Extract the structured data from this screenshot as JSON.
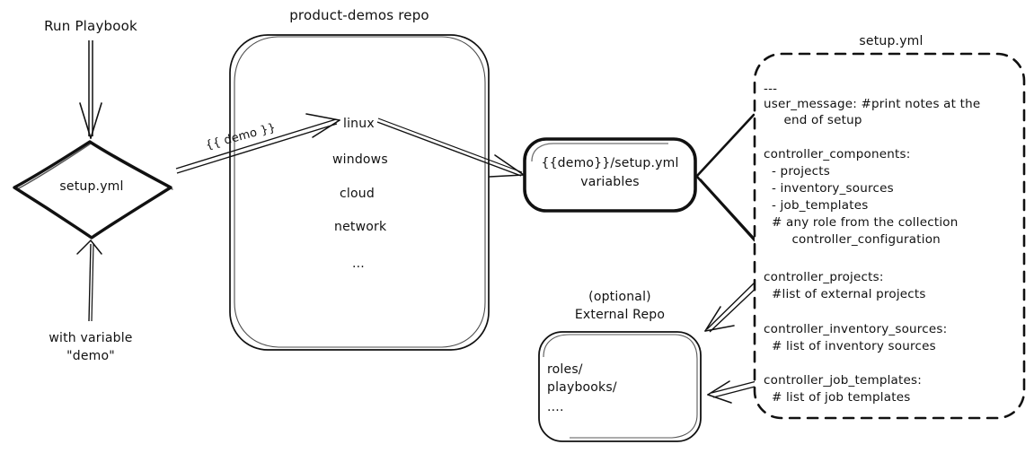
{
  "diagram": {
    "title": "Ansible product-demos setup.yml flow",
    "stroke_color": "#111111",
    "background": "#ffffff"
  },
  "run_playbook": {
    "label": "Run Playbook"
  },
  "with_variable": {
    "line1": "with variable",
    "line2": "\"demo\""
  },
  "setup_node": {
    "label": "setup.yml"
  },
  "edge_demo": {
    "label": "{{ demo }}"
  },
  "repo_box": {
    "title": "product-demos repo",
    "items": [
      {
        "label": "linux"
      },
      {
        "label": "windows"
      },
      {
        "label": "cloud"
      },
      {
        "label": "network"
      },
      {
        "label": "..."
      }
    ]
  },
  "vars_box": {
    "line1": "{{demo}}/setup.yml",
    "line2": "variables"
  },
  "external_repo": {
    "title_line1": "(optional)",
    "title_line2": "External Repo",
    "items": [
      {
        "label": "roles/"
      },
      {
        "label": "playbooks/"
      },
      {
        "label": "...."
      }
    ]
  },
  "setup_yml_panel": {
    "title": "setup.yml",
    "blocks": [
      {
        "name": "doc-start",
        "lines": [
          "---"
        ]
      },
      {
        "name": "user-message",
        "lines": [
          "user_message: #print notes at the",
          "     end of setup"
        ]
      },
      {
        "name": "controller-components",
        "lines": [
          "controller_components:",
          "  - projects",
          "  - inventory_sources",
          "  - job_templates",
          "  # any role from the collection",
          "       controller_configuration"
        ]
      },
      {
        "name": "controller-projects",
        "lines": [
          "controller_projects:",
          "  #list of external projects"
        ]
      },
      {
        "name": "controller-inventory-sources",
        "lines": [
          "controller_inventory_sources:",
          "  # list of inventory sources"
        ]
      },
      {
        "name": "controller-job-templates",
        "lines": [
          "controller_job_templates:",
          "  # list of job templates"
        ]
      }
    ]
  }
}
